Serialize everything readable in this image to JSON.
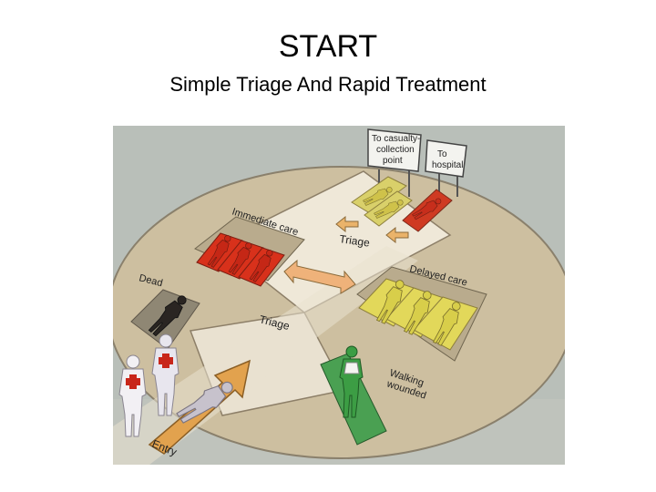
{
  "slide": {
    "title": "START",
    "subtitle": "Simple Triage And Rapid Treatment"
  },
  "diagram": {
    "labels": {
      "casualty_sign": [
        "To casualty-",
        "collection",
        "point"
      ],
      "hospital_sign": [
        "To",
        "hospital"
      ],
      "immediate": "Immediate care",
      "triage_upper": "Triage",
      "delayed": "Delayed care",
      "dead": "Dead",
      "triage_center": "Triage",
      "walking": [
        "Walking",
        "wounded"
      ],
      "entry": "Entry"
    },
    "colors": {
      "immediate": "#d8311b",
      "delayed": "#e2d85a",
      "dead": "#2a2522",
      "walking": "#3c9d44",
      "arrow": "#e2a24e",
      "platform": "#cbbfa3",
      "background": "#b9bfb9"
    }
  }
}
